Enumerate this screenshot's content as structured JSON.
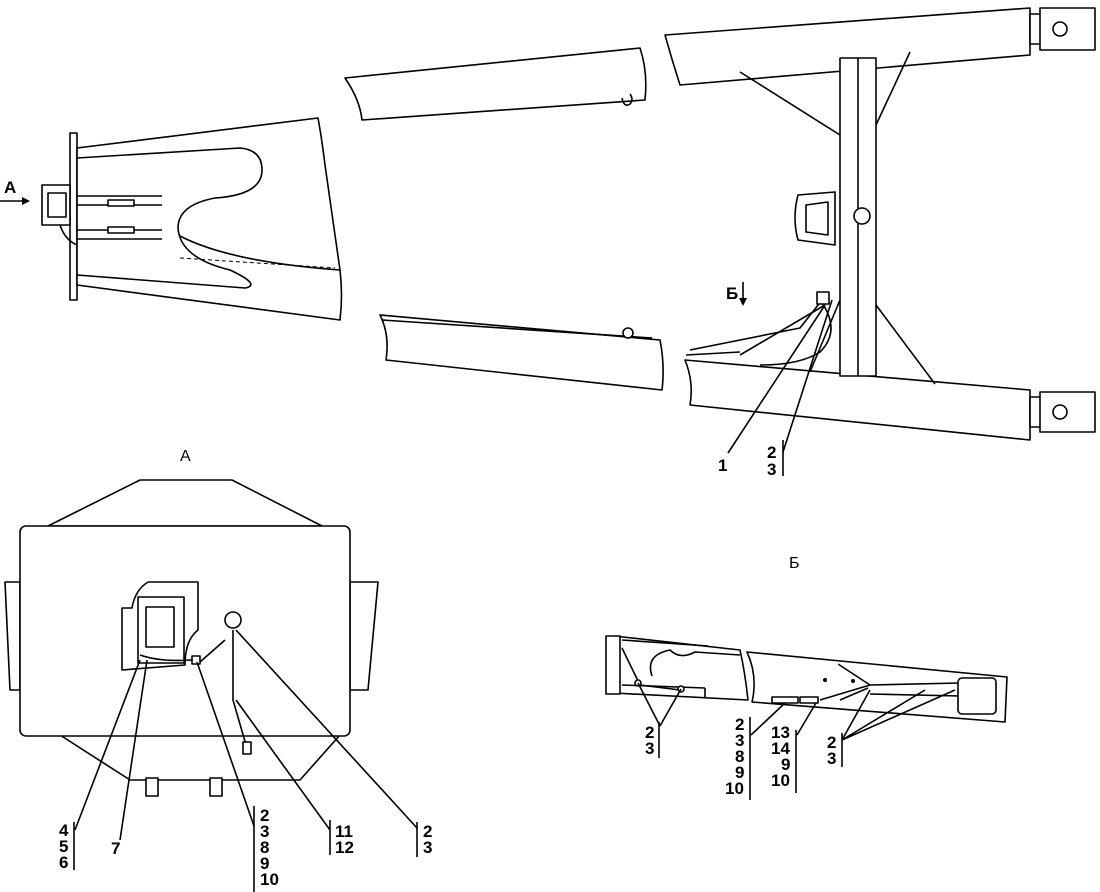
{
  "top_view": {
    "arrow_a_label": "А",
    "arrow_b_label": "Б",
    "callout_1": "1",
    "callout_2_3": [
      "2",
      "3"
    ]
  },
  "view_a": {
    "title": "А",
    "callouts": [
      {
        "lines": [
          "4",
          "5",
          "6"
        ]
      },
      {
        "lines": [
          "7"
        ]
      },
      {
        "lines": [
          "2",
          "3",
          "8",
          "9",
          "10"
        ]
      },
      {
        "lines": [
          "11",
          "12"
        ]
      },
      {
        "lines": [
          "2",
          "3"
        ]
      }
    ]
  },
  "view_b": {
    "title": "Б",
    "callouts": [
      {
        "lines": [
          "2",
          "3"
        ]
      },
      {
        "lines": [
          "2",
          "3",
          "8",
          "9",
          "10"
        ]
      },
      {
        "lines": [
          "13",
          "14",
          "9",
          "10"
        ]
      },
      {
        "lines": [
          "2",
          "3"
        ]
      }
    ]
  }
}
